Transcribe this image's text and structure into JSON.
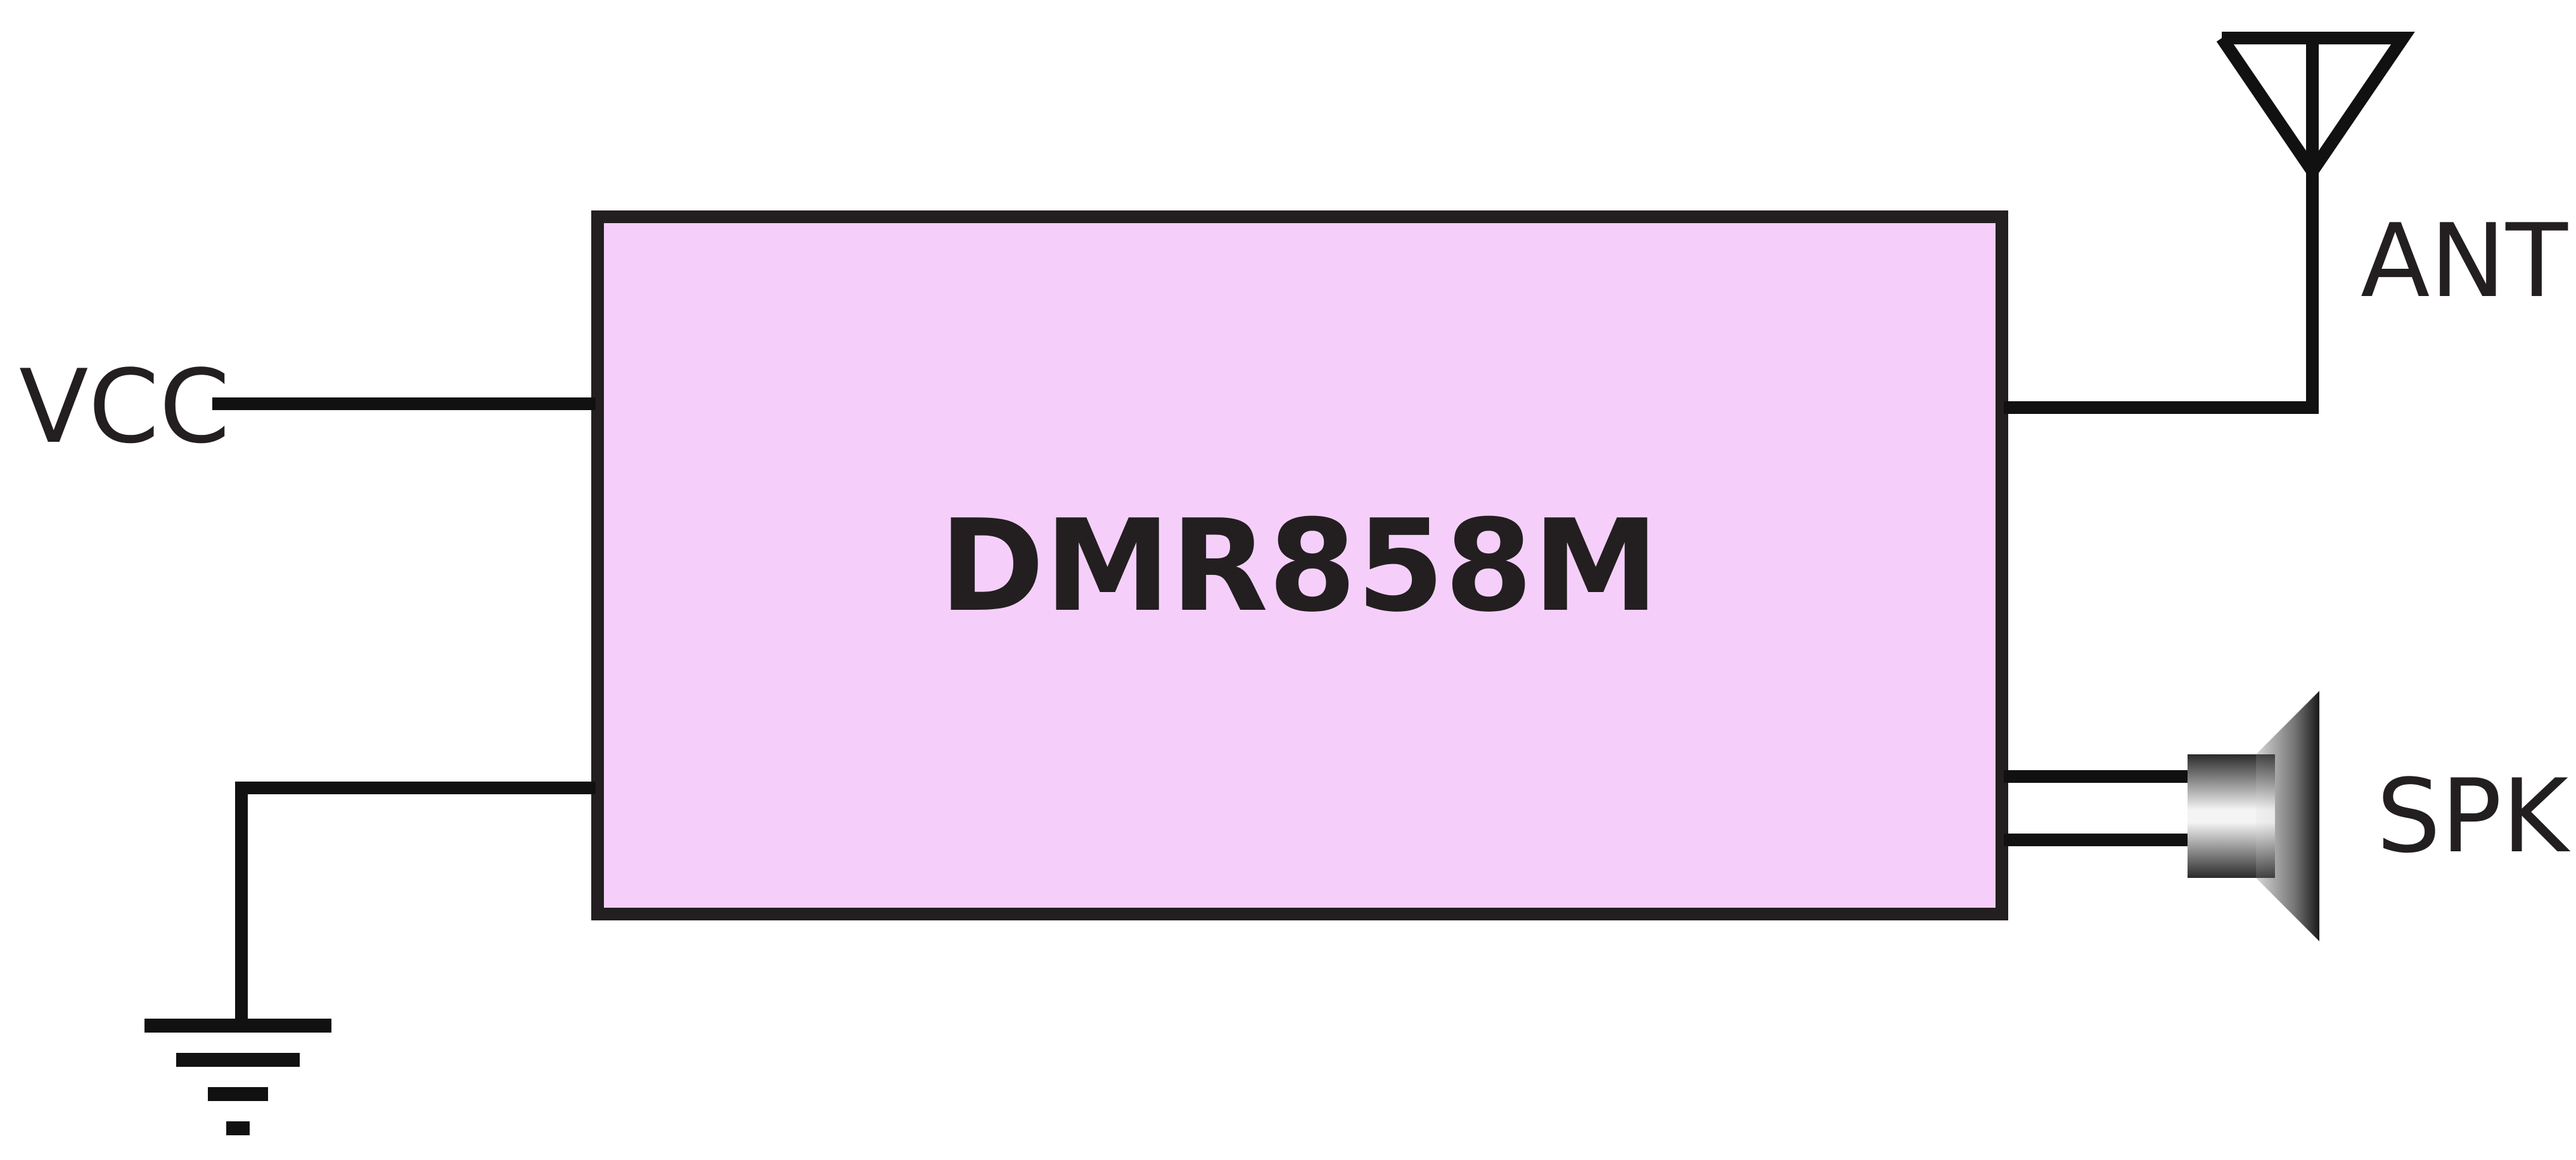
{
  "module": {
    "name": "DMR858M",
    "fill_color": "#f5cffa",
    "stroke_color": "#231f20"
  },
  "pins": {
    "vcc": "VCC",
    "antenna": "ANT",
    "speaker": "SPK"
  },
  "symbols": {
    "ground": "ground-icon",
    "antenna": "antenna-icon",
    "speaker": "speaker-icon"
  },
  "colors": {
    "wire": "#111111",
    "text": "#231f20",
    "background": "#ffffff"
  }
}
